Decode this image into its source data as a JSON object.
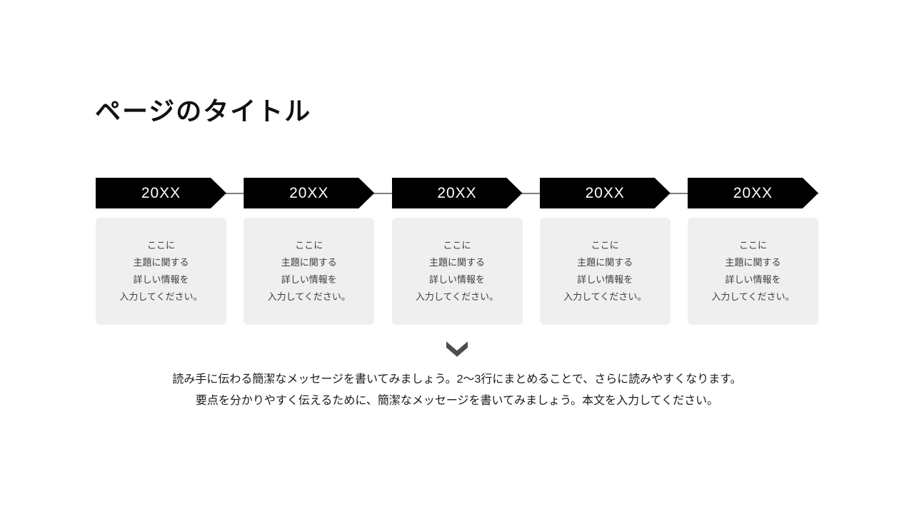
{
  "slide": {
    "title": "ページのタイトル"
  },
  "timeline": {
    "milestones": [
      {
        "year": "20XX",
        "description": "ここに\n主題に関する\n詳しい情報を\n入力してください。"
      },
      {
        "year": "20XX",
        "description": "ここに\n主題に関する\n詳しい情報を\n入力してください。"
      },
      {
        "year": "20XX",
        "description": "ここに\n主題に関する\n詳しい情報を\n入力してください。"
      },
      {
        "year": "20XX",
        "description": "ここに\n主題に関する\n詳しい情報を\n入力してください。"
      },
      {
        "year": "20XX",
        "description": "ここに\n主題に関する\n詳しい情報を\n入力してください。"
      }
    ]
  },
  "message": {
    "line1": "読み手に伝わる簡潔なメッセージを書いてみましょう。2〜3行にまとめることで、さらに読みやすくなります。",
    "line2": "要点を分かりやすく伝えるために、簡潔なメッセージを書いてみましょう。本文を入力してください。"
  },
  "icons": {
    "chevron_down": "chevron-down-icon"
  },
  "colors": {
    "background": "#ffffff",
    "title_text": "#111111",
    "arrow_fill": "#000000",
    "arrow_text": "#ffffff",
    "connector_line": "#7f7f7f",
    "card_fill": "#efefef",
    "card_text": "#3d3d3d",
    "chevron": "#4d4d4d",
    "message_text": "#1a1a1a"
  }
}
